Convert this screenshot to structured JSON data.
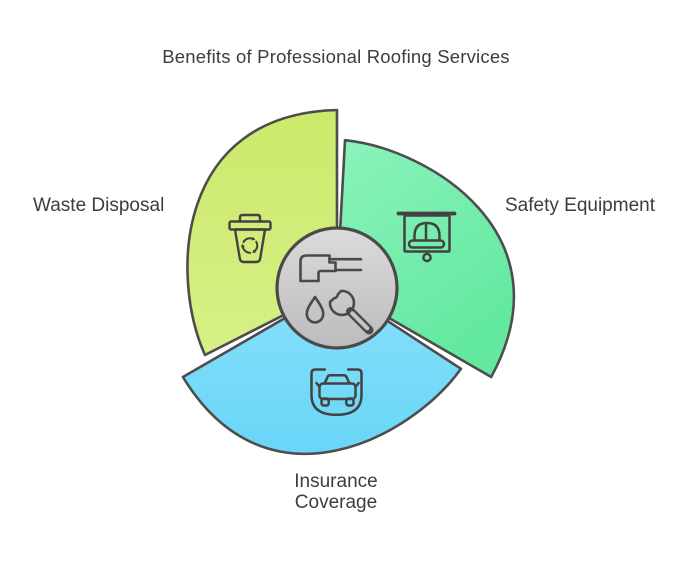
{
  "title": "Benefits of Professional Roofing Services",
  "colors": {
    "blade_stroke": "#4d4d4d",
    "icon_stroke": "#424242",
    "hub_stroke": "#4a4a4a",
    "text": "#3d3d3d",
    "hub_start": "#dbdbdb",
    "hub_end": "#bcbcbc"
  },
  "hub": {
    "icon": "plumbing-tools"
  },
  "segments": [
    {
      "id": "waste-disposal",
      "label": "Waste Disposal",
      "icon": "recycle-bin",
      "position": "upper-left",
      "color_start": "#cbe96a",
      "color_end": "#d8f087"
    },
    {
      "id": "safety-equipment",
      "label": "Safety Equipment",
      "icon": "hard-hat-presentation-board",
      "position": "right",
      "color_start": "#8bf3bc",
      "color_end": "#62e89f"
    },
    {
      "id": "insurance-coverage",
      "label": "Insurance Coverage",
      "icon": "car-shield",
      "position": "bottom",
      "color_start": "#87e0fb",
      "color_end": "#69d5f7"
    }
  ]
}
